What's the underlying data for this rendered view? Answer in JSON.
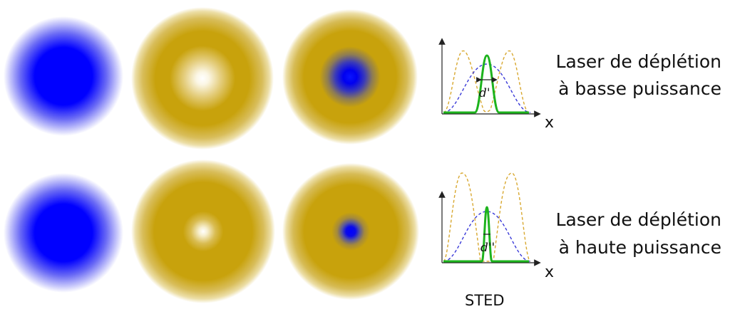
{
  "rows": [
    {
      "label_line1": "Laser de déplétion",
      "label_line2": "à basse puissance",
      "axis_label": "x",
      "width_label": "d'"
    },
    {
      "label_line1": "Laser de déplétion",
      "label_line2": "à haute puissance",
      "axis_label": "x",
      "width_label": "d''"
    }
  ],
  "caption": "STED",
  "colors": {
    "excitation_blue": "#0000ff",
    "depletion_gold": "#c8a20c",
    "effective_psf_green": "#1db31d",
    "excitation_dash": "#3a3ad8",
    "depletion_dash": "#d8a830"
  }
}
